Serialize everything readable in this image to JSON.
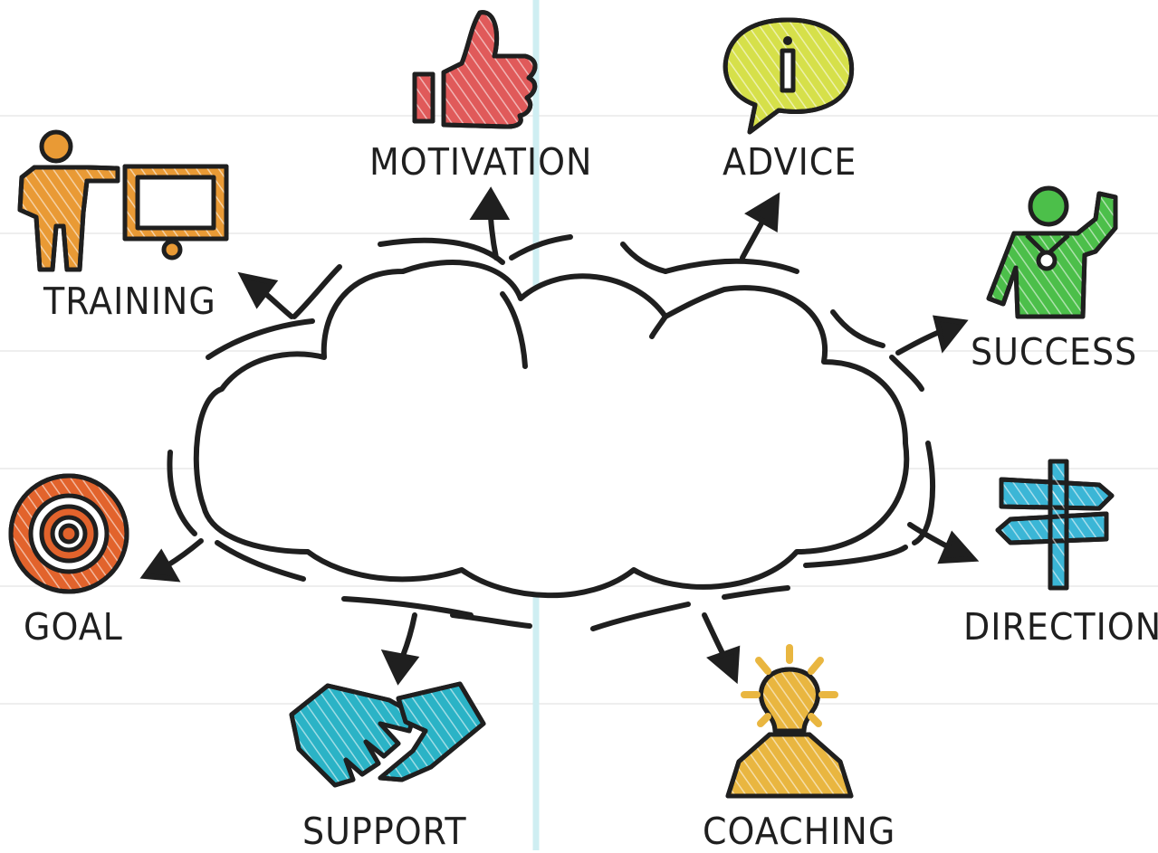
{
  "labels": {
    "motivation": "MOTIVATION",
    "advice": "ADVICE",
    "training": "TRAINING",
    "success": "SUCCESS",
    "goal": "GOAL",
    "direction": "DIRECTION",
    "support": "SUPPORT",
    "coaching": "COACHING"
  },
  "colors": {
    "ink": "#1f1f1f",
    "paper_lines": "#eeeeee",
    "margin_line": "#cfeef2",
    "motivation": "#e05a5a",
    "advice": "#d6e04a",
    "training": "#e99a35",
    "success": "#4cbf4a",
    "goal": "#e2632c",
    "direction": "#3bb6d6",
    "support": "#2bb3c6",
    "coaching": "#e9b640"
  },
  "icons": {
    "motivation": "thumbs-up-icon",
    "advice": "info-speech-bubble-icon",
    "training": "presenter-board-icon",
    "success": "winner-medal-icon",
    "goal": "target-icon",
    "direction": "signpost-icon",
    "support": "handshake-icon",
    "coaching": "lightbulb-person-icon"
  }
}
